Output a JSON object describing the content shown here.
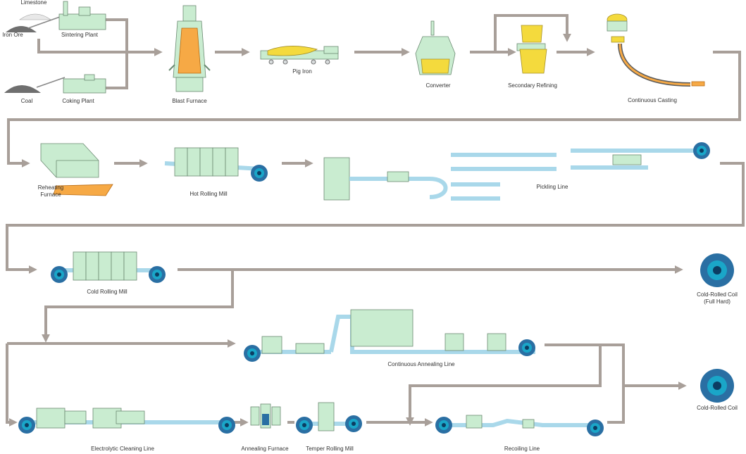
{
  "labels": {
    "limestone": "Limestone",
    "iron_ore": "Iron Ore",
    "sintering_plant": "Sintering Plant",
    "coal": "Coal",
    "coking_plant": "Coking Plant",
    "blast_furnace": "Blast Furnace",
    "pig_iron": "Pig Iron",
    "converter": "Converter",
    "secondary_refining": "Secondary Refining",
    "continuous_casting": "Continuous Casting",
    "reheating_furnace": "Reheating\nFurnace",
    "hot_rolling_mill": "Hot Rolling Mill",
    "pickling_line": "Pickling Line",
    "cold_rolling_mill": "Cold Rolling Mill",
    "cold_rolled_coil_full_hard": "Cold-Rolled Coil\n(Full Hard)",
    "continuous_annealing_line": "Continuous Annealing Line",
    "cold_rolled_coil": "Cold-Rolled Coil",
    "electrolytic_cleaning_line": "Electrolytic Cleaning Line",
    "annealing_furnace": "Annealing Furnace",
    "temper_rolling_mill": "Temper Rolling Mill",
    "recoiling_line": "Recoiling Line"
  },
  "colors": {
    "flow_arrow": "#a89f99",
    "equipment": "#c9ecd0",
    "strip": "#a9d8ea",
    "coil": "#2a6fa3",
    "hot_metal": "#f6a945",
    "molten_steel": "#f4da3d"
  }
}
